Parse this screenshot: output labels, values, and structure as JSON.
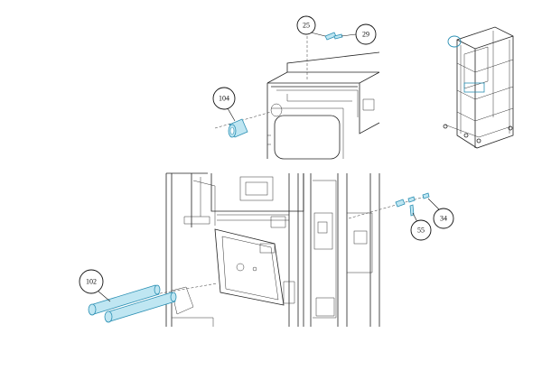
{
  "callouts": {
    "c25": "25",
    "c29": "29",
    "c104": "104",
    "c102": "102",
    "c55": "55",
    "c34": "34"
  },
  "colors": {
    "line": "#222222",
    "highlight_fill": "#bfe6f2",
    "highlight_stroke": "#2a8fb3"
  }
}
